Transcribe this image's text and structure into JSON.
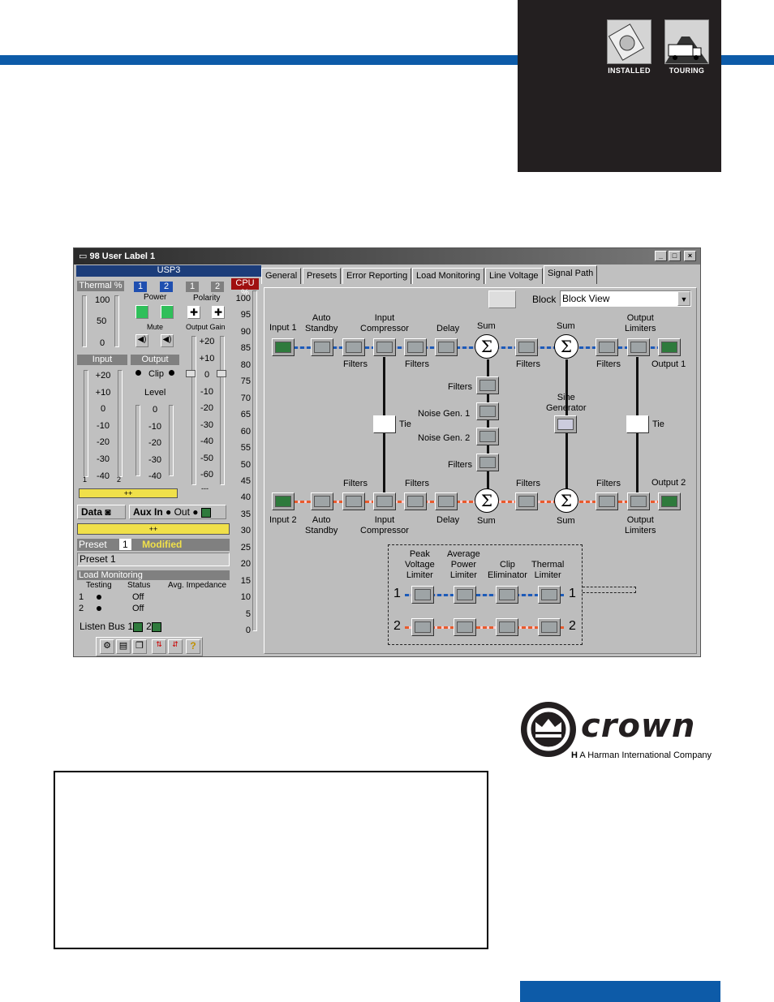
{
  "badges": [
    {
      "label": "INSTALLED"
    },
    {
      "label": "TOURING"
    }
  ],
  "window": {
    "title": "98 User Label 1",
    "device": "USP3",
    "controls": [
      "_",
      "□",
      "×"
    ]
  },
  "left": {
    "thermal_header": "Thermal %",
    "thermal_scale": [
      "100",
      "50",
      "0"
    ],
    "ch1": "1",
    "ch2": "2",
    "power_label": "Power",
    "mute_label": "Mute",
    "polarity_label": "Polarity",
    "output_gain_label": "Output Gain",
    "gain_scale": [
      "+20",
      "+10",
      "0",
      "-10",
      "-20",
      "-30",
      "-40",
      "-50",
      "-60"
    ],
    "gain_value": "---",
    "input_header": "Input",
    "output_header": "Output",
    "input_scale": [
      "+20",
      "+10",
      "0",
      "-10",
      "-20",
      "-30",
      "-40"
    ],
    "clip_label": "Clip",
    "level_label": "Level",
    "level_scale": [
      "0",
      "-10",
      "-20",
      "-30",
      "-40"
    ],
    "status_strip": "++",
    "data_label": "Data",
    "aux_in_label": "Aux In",
    "out_label": "Out",
    "preset_label": "Preset",
    "preset_num": "1",
    "modified_label": "Modified",
    "preset_name": "Preset 1",
    "load_monitoring_header": "Load Monitoring",
    "lm_columns": [
      "Testing",
      "Status",
      "Avg. Impedance"
    ],
    "lm_rows": [
      {
        "ch": "1",
        "status": "Off"
      },
      {
        "ch": "2",
        "status": "Off"
      }
    ],
    "listen_bus_label": "Listen Bus",
    "cpu_header": "CPU %",
    "cpu_scale": [
      "100",
      "95",
      "90",
      "85",
      "80",
      "75",
      "70",
      "65",
      "60",
      "55",
      "50",
      "45",
      "40",
      "35",
      "30",
      "25",
      "20",
      "15",
      "10",
      "5",
      "0"
    ]
  },
  "tabs": [
    "General",
    "Presets",
    "Error Reporting",
    "Load Monitoring",
    "Line Voltage",
    "Signal Path"
  ],
  "active_tab": "Signal Path",
  "block_label": "Block",
  "block_select": "Block View",
  "signal_path": {
    "input1": "Input 1",
    "input2": "Input 2",
    "auto_standby": "Auto\nStandby",
    "input_compressor": "Input\nCompressor",
    "delay": "Delay",
    "sum": "Sum",
    "filters": "Filters",
    "output_limiters": "Output\nLimiters",
    "output1": "Output 1",
    "output2": "Output 2",
    "tie": "Tie",
    "sine_generator": "Sine\nGenerator",
    "noise_gen1": "Noise Gen. 1",
    "noise_gen2": "Noise Gen. 2",
    "limiters": [
      "Peak\nVoltage\nLimiter",
      "Average\nPower\nLimiter",
      "Clip\nEliminator",
      "Thermal\nLimiter"
    ],
    "ch_labels": [
      "1",
      "2"
    ],
    "sigma": "Σ"
  },
  "brand": {
    "name": "crown",
    "tagline": "A Harman International Company"
  },
  "colors": {
    "accent_blue": "#0d5ba8",
    "panel_dark": "#231f20",
    "signal_blue": "#1c5bb8",
    "signal_red": "#e85a2c",
    "modified_yellow": "#f0e04a"
  }
}
